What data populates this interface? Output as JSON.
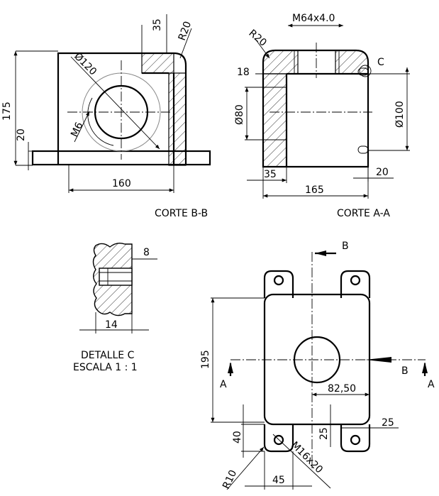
{
  "views": {
    "corte_bb": {
      "caption": "CORTE B-B",
      "dims": {
        "d35": "35",
        "r20": "R20",
        "d120": "Ø120",
        "d175": "175",
        "d20": "20",
        "m6": "M6",
        "d160": "160"
      }
    },
    "corte_aa": {
      "caption": "CORTE A-A",
      "dims": {
        "m64": "M64x4.0",
        "r20": "R20",
        "d18": "18",
        "d80": "Ø80",
        "d100": "Ø100",
        "d35": "35",
        "d20": "20",
        "d165": "165",
        "c": "C"
      }
    },
    "detalle_c": {
      "caption_line1": "DETALLE C",
      "caption_line2": "ESCALA 1 : 1",
      "dims": {
        "d8": "8",
        "d14": "14"
      }
    },
    "plan": {
      "dims": {
        "b_top": "B",
        "b_right": "B",
        "a_left": "A",
        "a_right": "A",
        "d195": "195",
        "d8250": "82,50",
        "d40": "40",
        "d25a": "25",
        "d25b": "25",
        "r10": "R10",
        "d45": "45",
        "m16": "M16x20"
      }
    }
  }
}
